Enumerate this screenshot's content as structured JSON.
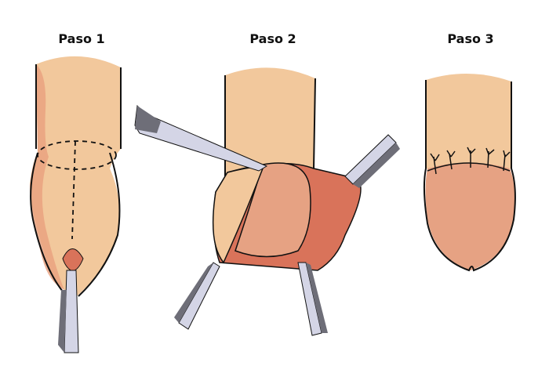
{
  "steps": [
    {
      "label": "Paso 1"
    },
    {
      "label": "Paso 2"
    },
    {
      "label": "Paso 3"
    }
  ],
  "colors": {
    "skin": "#F2C89C",
    "skin_shadow": "#E8A07E",
    "inner_skin": "#E6A283",
    "tissue": "#D9735A",
    "instrument_light": "#D4D5E6",
    "instrument_dark": "#6E6E78",
    "outline": "#111111"
  }
}
